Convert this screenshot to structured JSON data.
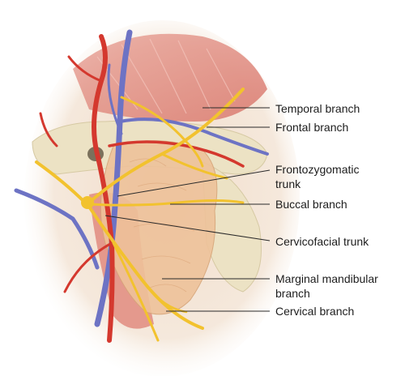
{
  "labels": {
    "temporal": "Temporal branch",
    "frontal": "Frontal branch",
    "frontozygomatic": [
      "Frontozygomatic",
      "trunk"
    ],
    "buccal": "Buccal branch",
    "cervicofacial": "Cervicofacial trunk",
    "marginal": [
      "Marginal mandibular",
      "branch"
    ],
    "cervical": "Cervical branch"
  },
  "colors": {
    "nerve": "#f2c22e",
    "artery": "#d4382e",
    "vein": "#6d73c4",
    "muscle": "#e28a80",
    "bone": "#ece2c4",
    "parotid": "#eec29a",
    "leader": "#2a2a2a"
  }
}
